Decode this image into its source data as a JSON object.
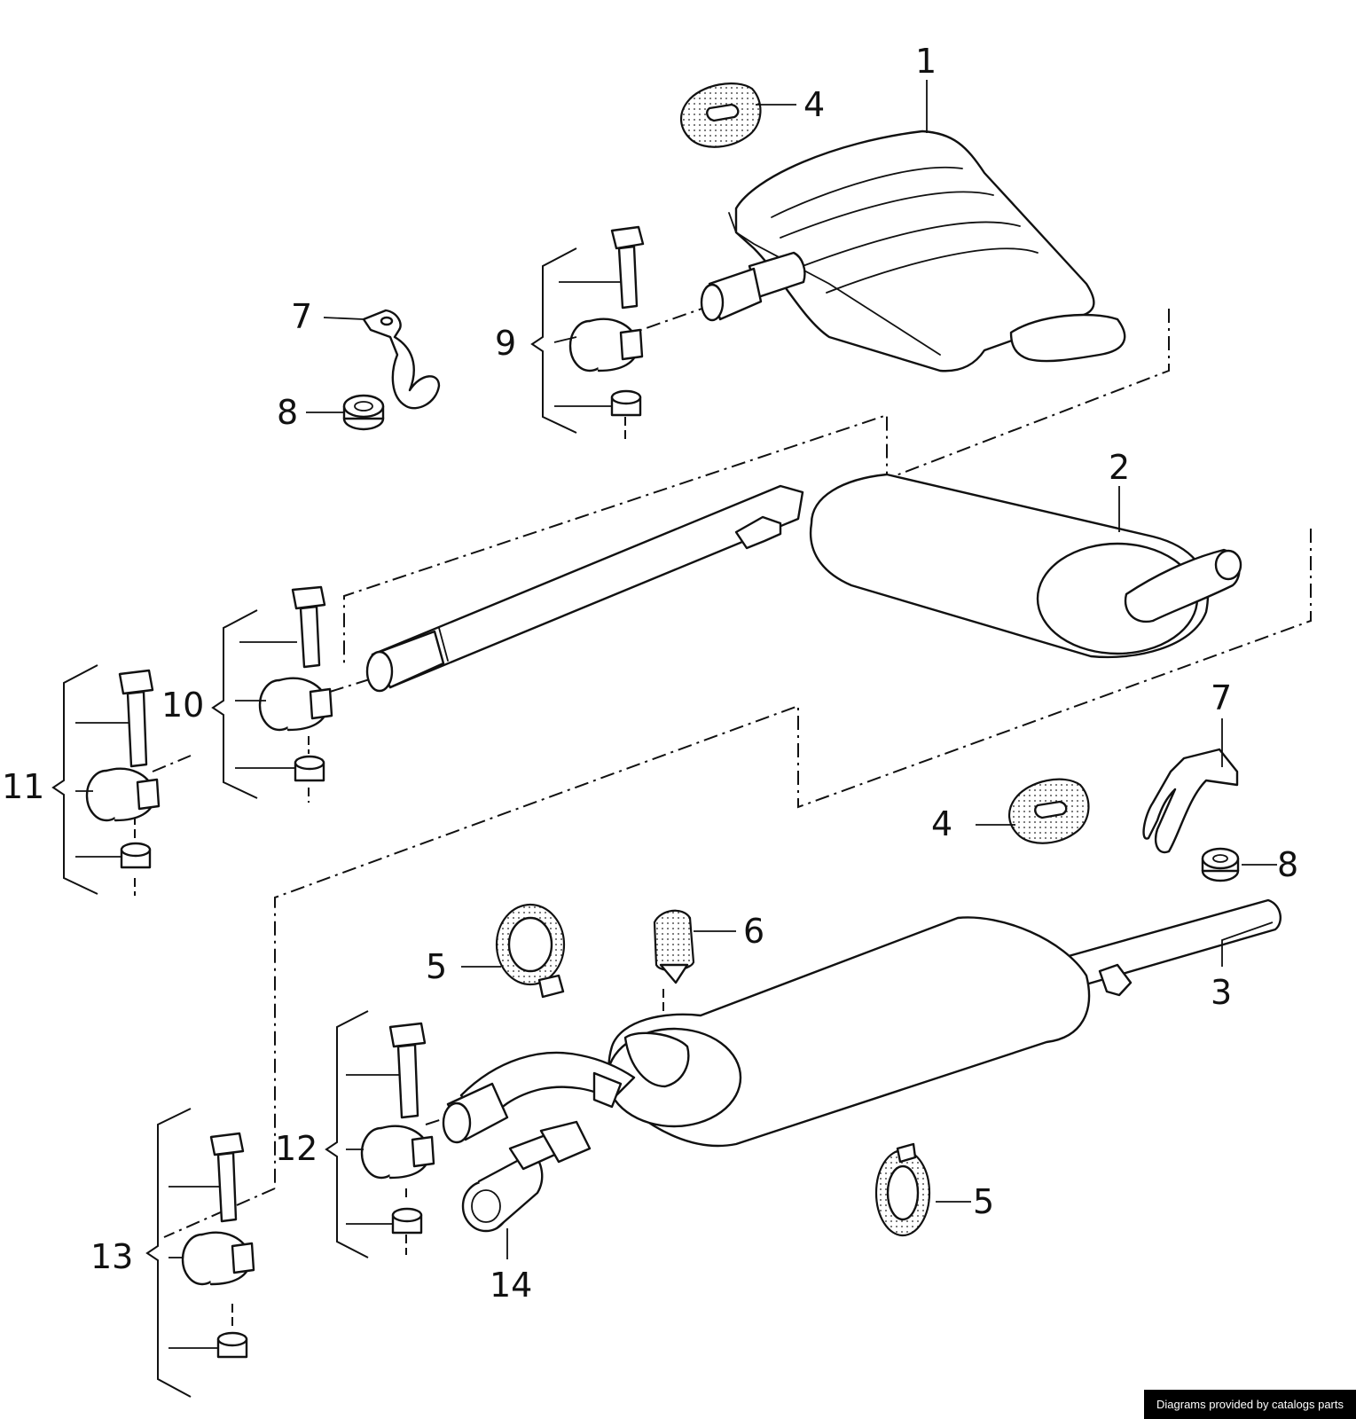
{
  "footer": {
    "credit": "Diagrams provided by catalogs parts"
  },
  "callouts": {
    "c1": "1",
    "c2": "2",
    "c3": "3",
    "c4a": "4",
    "c4b": "4",
    "c5a": "5",
    "c5b": "5",
    "c6": "6",
    "c7a": "7",
    "c7b": "7",
    "c8a": "8",
    "c8b": "8",
    "c9": "9",
    "c10": "10",
    "c11": "11",
    "c12": "12",
    "c13": "13",
    "c14": "14"
  }
}
